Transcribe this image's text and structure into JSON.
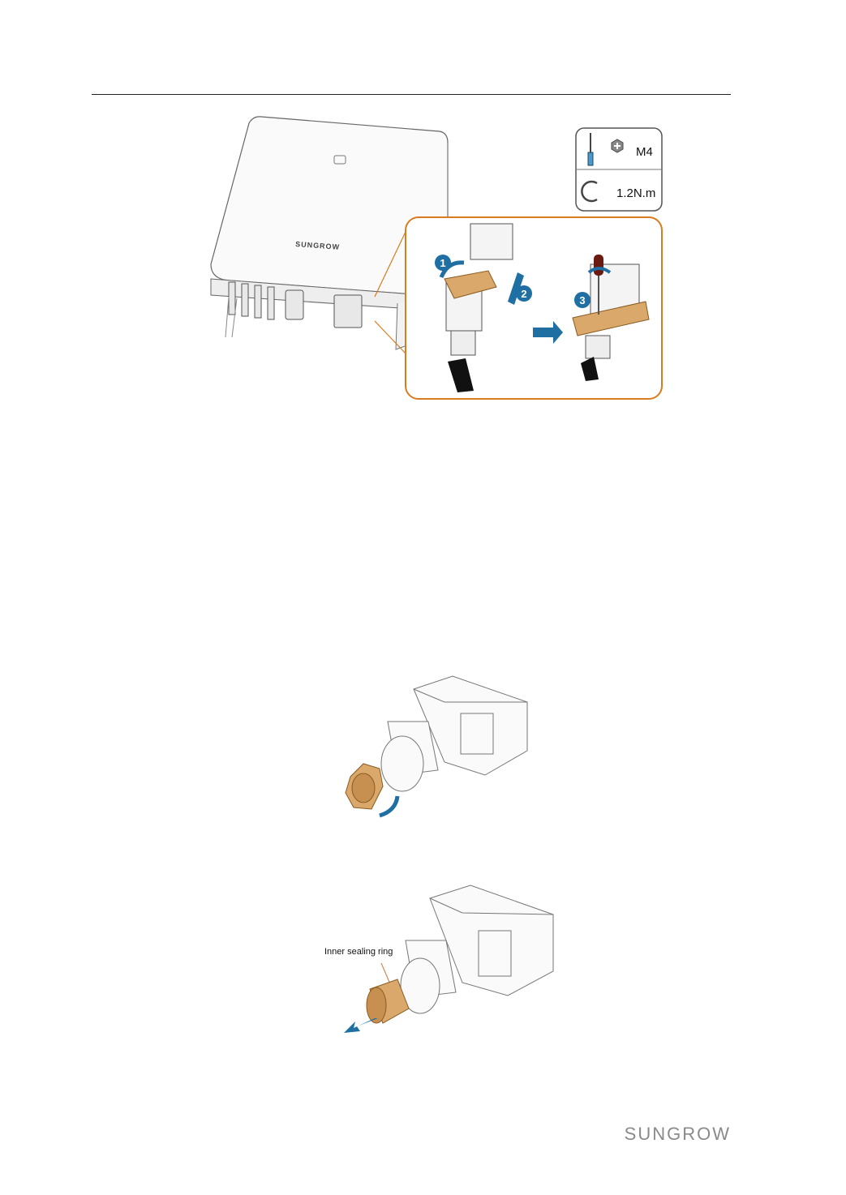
{
  "figure1": {
    "brand_on_device": "SUNGROW",
    "tool_box": {
      "screw_label": "M4",
      "torque_label": "1.2N.m",
      "screwdriver_icon": "screwdriver-icon",
      "screw_icon": "phillips-screw-icon",
      "torque_icon": "rotate-clockwise-icon"
    },
    "steps": [
      "1",
      "2",
      "3"
    ],
    "accent_color": "#d97b1e",
    "arrow_color": "#1f6fa3"
  },
  "figure3": {
    "callout": "Inner sealing ring"
  },
  "footer": {
    "logo_text": "SUNGROW"
  }
}
